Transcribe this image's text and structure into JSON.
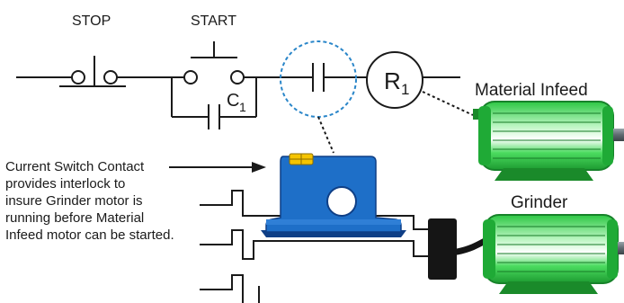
{
  "labels": {
    "stop": "STOP",
    "start": "START",
    "c1_main": "C",
    "c1_sub": "1",
    "r1_main": "R",
    "r1_sub": "1",
    "material_infeed": "Material Infeed",
    "grinder": "Grinder"
  },
  "note": {
    "lines": [
      "Current Switch Contact",
      "provides interlock to",
      "insure Grinder motor is",
      "running before Material",
      "Infeed motor can be started."
    ]
  },
  "colors": {
    "line": "#1a1a1a",
    "sensor_blue": "#1e6fc8",
    "sensor_dark": "#0f3f86",
    "terminal_yellow": "#f5c400",
    "motor_green": "#33d64c",
    "motor_dark": "#1a8a2a",
    "shaft_gray": "#5f6a70",
    "dashed_circle": "#2a86c9"
  }
}
